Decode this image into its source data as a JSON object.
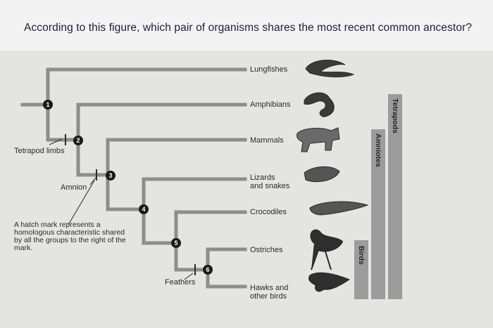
{
  "question": "According to this figure, which pair of organisms shares the most recent common ancestor?",
  "taxa": {
    "lungfishes": "Lungfishes",
    "amphibians": "Amphibians",
    "mammals": "Mammals",
    "lizards": "Lizards\nand snakes",
    "crocodiles": "Crocodiles",
    "ostriches": "Ostriches",
    "hawks": "Hawks and\nother birds"
  },
  "characters": {
    "tetrapod_limbs": "Tetrapod limbs",
    "amnion": "Amnion",
    "feathers": "Feathers"
  },
  "nodes": [
    "1",
    "2",
    "3",
    "4",
    "5",
    "6"
  ],
  "clades": {
    "tetrapods": "Tetrapods",
    "amniotes": "Amniotes",
    "birds": "Birds"
  },
  "note": "A hatch mark represents a homologous characteristic shared by all the groups to the right of the mark.",
  "colors": {
    "branch": "#8d8d8d",
    "node": "#1a1a1a",
    "clade_bar": "#9c9c9c"
  }
}
